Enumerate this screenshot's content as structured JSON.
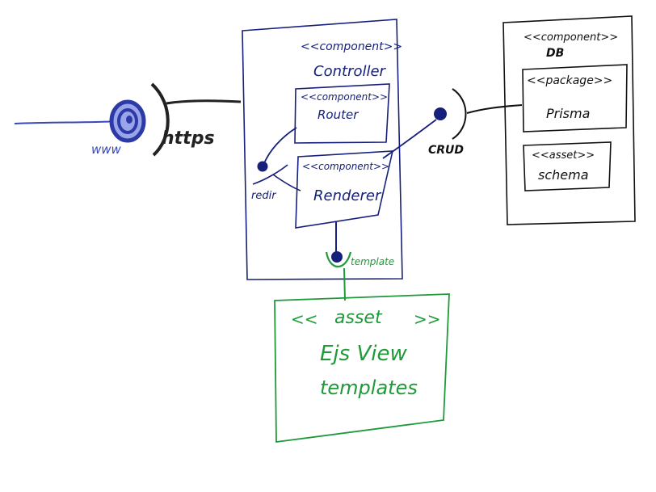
{
  "colors": {
    "navy": "#16207a",
    "black": "#111111",
    "green": "#1e9a3a",
    "globe_blue": "#3848b8"
  },
  "external": {
    "globe_label": "www",
    "protocol_label": "https"
  },
  "controller": {
    "stereotype": "<<component>>",
    "name": "Controller",
    "router": {
      "stereotype": "<<component>>",
      "name": "Router"
    },
    "renderer": {
      "stereotype": "<<component>>",
      "name": "Renderer"
    },
    "redirect_label": "redir",
    "template_port_label": "template"
  },
  "crud_label": "CRUD",
  "db": {
    "stereotype": "<<component>>",
    "name": "DB",
    "prisma": {
      "stereotype": "<<package>>",
      "name": "Prisma"
    },
    "schema": {
      "stereotype": "<<asset>>",
      "name": "schema"
    }
  },
  "views": {
    "stereotype_open": "<<",
    "stereotype_word": "asset",
    "stereotype_close": ">>",
    "name_line1": "Ejs View",
    "name_line2": "templates"
  }
}
